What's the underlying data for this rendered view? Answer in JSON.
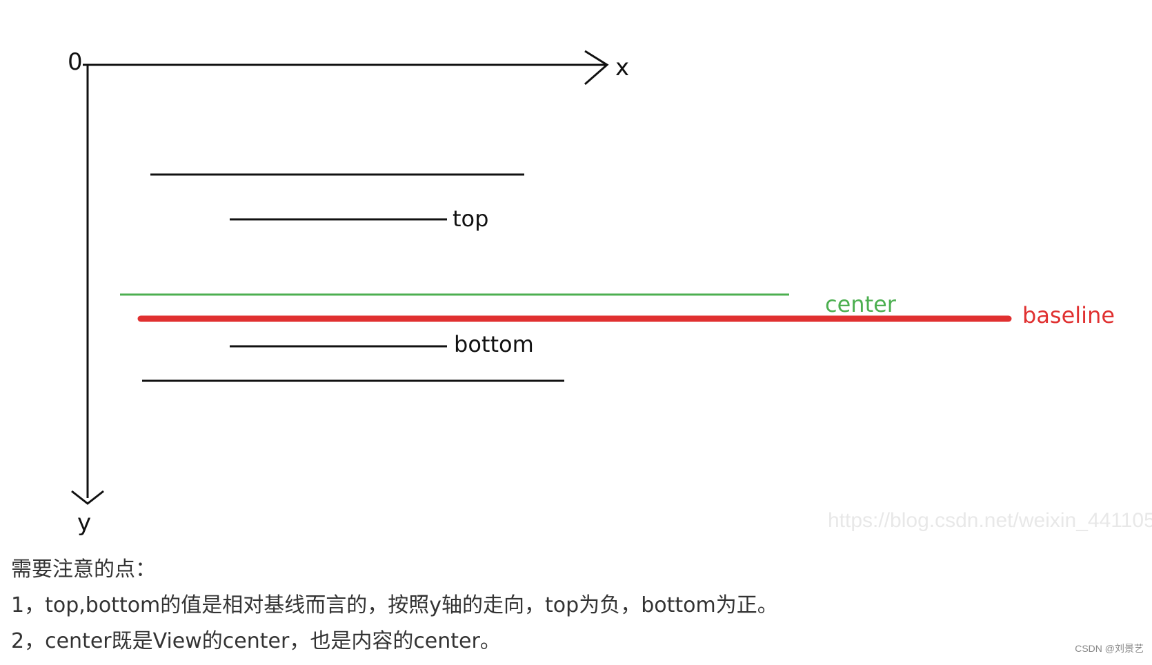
{
  "diagram": {
    "origin_label": "0",
    "x_axis_label": "x",
    "y_axis_label": "y",
    "lines": {
      "top": "top",
      "center": "center",
      "baseline": "baseline",
      "bottom": "bottom"
    },
    "colors": {
      "axis": "#111111",
      "plain_line": "#111111",
      "center": "#4caf50",
      "baseline": "#e03030"
    },
    "watermark": "https://blog.csdn.net/weixin_441105"
  },
  "notes": {
    "heading": "需要注意的点：",
    "item1": "1，top,bottom的值是相对基线而言的，按照y轴的走向，top为负，bottom为正。",
    "item2": "2，center既是View的center，也是内容的center。"
  },
  "credit": "CSDN @刘景艺"
}
